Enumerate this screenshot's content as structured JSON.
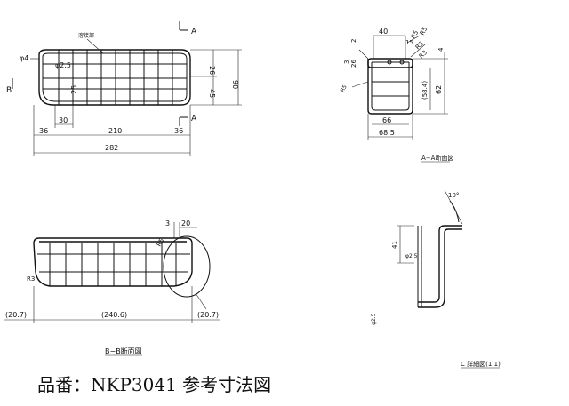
{
  "view_top": {
    "label_cut": "A",
    "label_b": "B",
    "label_weld": "溶接部",
    "dim_phi4": "φ4",
    "dim_phi25": "φ2.5",
    "dim_25": "25",
    "dim_26": "26",
    "dim_45": "45",
    "dim_90": "90",
    "dim_30": "30",
    "dim_36_left": "36",
    "dim_210": "210",
    "dim_36_right": "36",
    "dim_282": "282"
  },
  "view_a": {
    "dim_40": "40",
    "dim_15": "15",
    "dim_r5a": "R5",
    "dim_r5b": "R5",
    "dim_r3a": "R3",
    "dim_r3b": "R3",
    "dim_2": "2",
    "dim_3": "3",
    "dim_26": "26",
    "dim_r5c": "R5",
    "dim_4": "4",
    "dim_62": "62",
    "dim_58": "(58.4)",
    "dim_66": "66",
    "dim_685": "68.5",
    "caption": "A−A断面図"
  },
  "view_b": {
    "dim_3": "3",
    "dim_20": "20",
    "dim_r5": "R5",
    "dim_r3": "R3",
    "dim_207_left": "(20.7)",
    "dim_2406": "(240.6)",
    "dim_207_right": "(20.7)",
    "caption": "B−B断面図"
  },
  "view_c": {
    "dim_angle": "10°",
    "dim_41": "41",
    "dim_phi25a": "φ2.5",
    "dim_phi25b": "φ2.5",
    "caption": "C 詳細図(1:1)"
  },
  "footer": {
    "note": "品番：NKP3041 参考寸法図"
  }
}
